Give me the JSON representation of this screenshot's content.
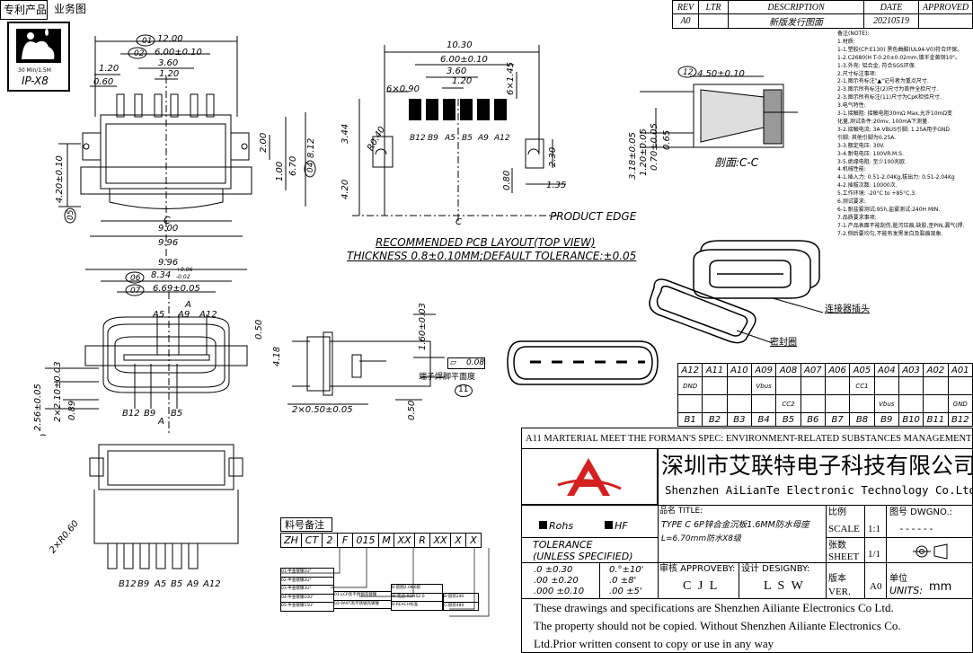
{
  "header_tabs": [
    "专利产品",
    "业务图"
  ],
  "badge": {
    "rating": "30 Min/1.5M",
    "grade": "IP-X8"
  },
  "revision_table": {
    "headers": [
      "REV",
      "LTR",
      "DESCRIPTION",
      "DATE",
      "APPROVED"
    ],
    "rows": [
      [
        "A0",
        "",
        "新版发行图面",
        "20210519",
        ""
      ]
    ]
  },
  "notes": [
    "备注(NOTE):",
    "1.材质:",
    "1-1.塑胶(CP:E130) 黑色曲酸(UL94-V0)符合环保。",
    "1-2.C2680(H T-0.20±0.02mm,镀半金黄铜10\"。",
    "1-3.外壳: 铝合金, 符合SGS环保.",
    "2.尺寸标注事项:",
    "2-1.图示有标注\"▲\"记号者为重点尺寸.",
    "2-3.图示所有标注(2)尺寸为首件全检尺寸.",
    "2-3.图示所有标注(11)尺寸为CpK检验尺寸.",
    "3.电气特性:",
    "3-1.接触阻: 接触电阻30mΩ Max,允许10mΩ变",
    "   化量,测试条件:20mv, 100mA下测量.",
    "3-2.接触电流: 3A VBUS引脚; 1.25A用于GND",
    "   引脚; 其他引脚为0.25A.",
    "3-3.额定电压: 30V.",
    "3-4.耐电电压: 100VR.M.S.",
    "3-5.绝缘电阻: 至少100兆欧.",
    "4.机械性能:",
    "4-1.插入力: 0.51-2.04Kg,拔出力: 0.51-2.04Kg",
    "4-2.插拔次数: 10000次.",
    "5.工作环境: -20°C to +85°C.3.",
    "6.测试要求:",
    "6-1.耐盐雾测试:95h,盐雾测试:240H MIN.",
    "7.品质要求事项:",
    "7-1.产品表面不能刮伤,脏污压痕,缺胶,歪PIN,漏气(焊.",
    "7-2.侧后要均匀,不能有发黑发白及裂痕现象."
  ],
  "top_view": {
    "d01": "12.00",
    "d02": "6.00±0.10",
    "d_360": "3.60",
    "d_120": "1.20",
    "d_120b": "1.20",
    "d_060": "0.60",
    "d_200": "2.00",
    "d_100": "1.00",
    "d03": "6.70",
    "d04": "8.12",
    "d_420": "4.20±0.10",
    "d_900": "9.00",
    "d_996": "9.96"
  },
  "pcb_layout": {
    "d_1030": "10.30",
    "d_600": "6.00±0.10",
    "d_360": "3.60",
    "d_120": "1.20",
    "d_6x090": "6×0.90",
    "d_6x145": "6×1.45",
    "d_344": "3.44",
    "d_420": "4.20",
    "d_r040": "R0.40",
    "d_230": "2.30",
    "d_080": "0.80",
    "d_135": "1.35",
    "pin_labels": [
      "B12",
      "B9",
      "A5",
      "B5",
      "A9",
      "A12"
    ],
    "product_edge": "PRODUCT EDGE",
    "title": "RECOMMENDED PCB LAYOUT(TOP VIEW)",
    "thickness": "THICKNESS 0.8±0.10MM;DEFAULT TOLERANCE:±0.05"
  },
  "section_cc": {
    "d12": "4.50±0.10",
    "d_318": "3.18±0.05",
    "d_120": "1.20±0.05",
    "d_070": "0.70±0.05",
    "d_065": "0.65",
    "label": "剖面:C-C"
  },
  "front_view": {
    "d_996": "9.96",
    "d06": "8.34",
    "d06_tol_plus": "+0.06",
    "d06_tol_minus": "-0.02",
    "d07": "6.69±0.05",
    "d08": "2.56±0.05",
    "d09": "2×2.10±0.03",
    "d_089": "0.89",
    "pins_top": [
      "A5",
      "A9",
      "A12"
    ],
    "pins_bottom": [
      "B12",
      "B9",
      "B5"
    ],
    "section_letter": "A"
  },
  "side_view": {
    "d_050a": "0.50",
    "d_418": "4.18",
    "d10": "1.60±0.03",
    "d_2x050": "2×0.50±0.05",
    "d_050b": "0.50",
    "flatness": "0.08",
    "flatness_note": "端子焊脚平面度",
    "balloon": "11"
  },
  "callouts": {
    "plug": "连接器插头",
    "seal": "密封圈"
  },
  "bottom_view": {
    "radius": "2×R0.60",
    "pins": [
      "B12",
      "B9",
      "A5",
      "B5",
      "A9",
      "A12"
    ]
  },
  "part_code": {
    "title": "料号备注",
    "cells": [
      "ZH",
      "CT",
      "2",
      "F",
      "015",
      "M",
      "XX",
      "R",
      "XX",
      "X",
      "X"
    ],
    "legend_col1": [
      "01-半金镀镍1U\"",
      "02-半金镀镍2U\"",
      "03-半金镀镍3U\"",
      "04-半金镀镍10U\"",
      "05-半金镀镍15U\""
    ],
    "legend_col2": [
      "01-LCP黑不锈钢壳镀镍",
      "02-PA9T黑不锈钢壳镀镍"
    ],
    "legend_col3": [
      "B-胶圈2.0Ф0胶",
      "W-无卤-ROHS2.0",
      "B-REACH标准"
    ],
    "legend_col4": [
      "B-盘装240",
      "C-盘装480"
    ]
  },
  "pin_table": {
    "row1": [
      "A12",
      "A11",
      "A10",
      "A09",
      "A08",
      "A07",
      "A06",
      "A05",
      "A04",
      "A03",
      "A02",
      "A01"
    ],
    "row2": [
      "DND",
      "",
      "",
      "Vbus",
      "",
      "",
      "",
      "CC1",
      "",
      "",
      "",
      ""
    ],
    "row3": [
      "",
      "",
      "",
      "",
      "CC2",
      "",
      "",
      "",
      "Vbus",
      "",
      "",
      "GND"
    ],
    "row4": [
      "B1",
      "B2",
      "B3",
      "B4",
      "B5",
      "B6",
      "B7",
      "B8",
      "B9",
      "B10",
      "B11",
      "B12"
    ]
  },
  "title_block": {
    "material_line": "A11 MARTERIAL MEET THE FORMAN'S SPEC: ENVIRONMENT-RELATED SUBSTANCES MANAGEMENT TECHNICAL STANDARD",
    "company_cn": "深圳市艾联特电子科技有限公司",
    "company_en": "Shenzhen AiLianTe Electronic Technology Co.Ltd.",
    "rohs": "Rohs",
    "hf": "HF",
    "tolerance_title": "TOLERANCE",
    "tolerance_sub": "(UNLESS SPECIFIED)",
    "tol_linear": [
      ".0 ±0.30",
      ".00 ±0.20",
      ".000 ±0.10"
    ],
    "tol_angle": [
      "0.°±10'",
      ".0 ±8'",
      ".00 ±5'"
    ],
    "name_label": "品名 TITLE:",
    "name_line1": "TYPE C 6P锌合金沉板1.6MM防水母座",
    "name_line2": "L=6.70mm防水X8级",
    "scale_label_cn": "比例",
    "scale_label_en": "SCALE",
    "scale_value": "1:1",
    "dwg_label": "图号 DWGNO.:",
    "dwg_value": "------",
    "sheet_label_cn": "张数",
    "sheet_label_en": "SHEET",
    "sheet_value": "1/1",
    "approve_label": "审核 APPROVEBY:",
    "approve_value": "C J L",
    "design_label": "设计 DESIGNBY:",
    "design_value": "L S W",
    "ver_label_cn": "版本",
    "ver_label_en": "VER.",
    "ver_value": "A0",
    "unit_label_cn": "单位",
    "unit_label_en": "UNITS:",
    "unit_value": "mm",
    "copyright": [
      "These drawings and specifications are Shenzhen Ailiante Electronics Co Ltd.",
      "The property should not be copied. Without Shenzhen Ailiante Electronics Co.",
      "Ltd.Prior written consent to copy or use in any way"
    ]
  }
}
